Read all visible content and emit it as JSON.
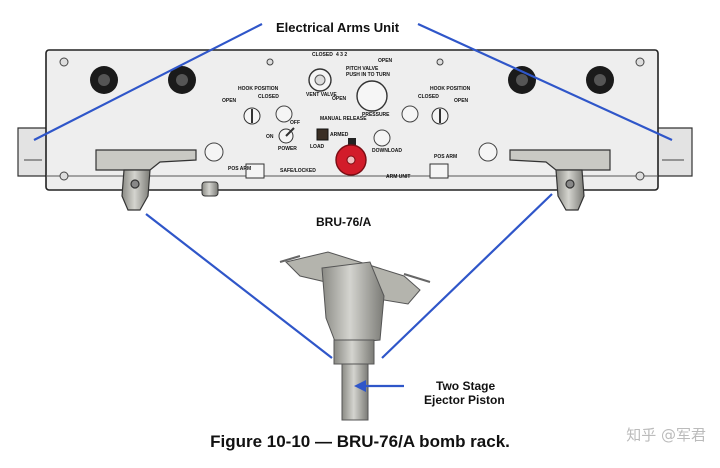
{
  "callouts": {
    "electrical_arms_unit": "Electrical Arms Unit",
    "rack_name": "BRU-76/A",
    "ejector_piston_line1": "Two Stage",
    "ejector_piston_line2": "Ejector Piston"
  },
  "panel_labels": {
    "closed_top": "CLOSED",
    "open_top": "OPEN",
    "fitch_valve": "PITCH VALVE",
    "push_to_turn": "PUSH IN TO TURN",
    "vent_valve": "VENT VALVE",
    "open_mid": "OPEN",
    "pressure": "PRESSURE",
    "manual_release": "MANUAL RELEASE",
    "armed": "ARMED",
    "load": "LOAD",
    "download": "DOWNLOAD",
    "safe_locked": "SAFE/LOCKED",
    "arm_unit": "ARM UNIT",
    "on": "ON",
    "off": "OFF",
    "power": "POWER",
    "pos_arm_left": "POS ARM",
    "pos_arm_right": "POS ARM",
    "hook_position_left": "HOOK POSITION",
    "hook_position_right": "HOOK POSITION",
    "open_left": "OPEN",
    "closed_left": "CLOSED",
    "closed_right": "CLOSED",
    "open_right": "OPEN",
    "digits": "4 3 2"
  },
  "figure_caption": "Figure 10-10 — BRU-76/A bomb rack.",
  "watermark": "知乎 @军君",
  "colors": {
    "callout_line": "#2f56c9",
    "lever_red": "#d21c2a",
    "panel_fill": "#eeeeee"
  }
}
